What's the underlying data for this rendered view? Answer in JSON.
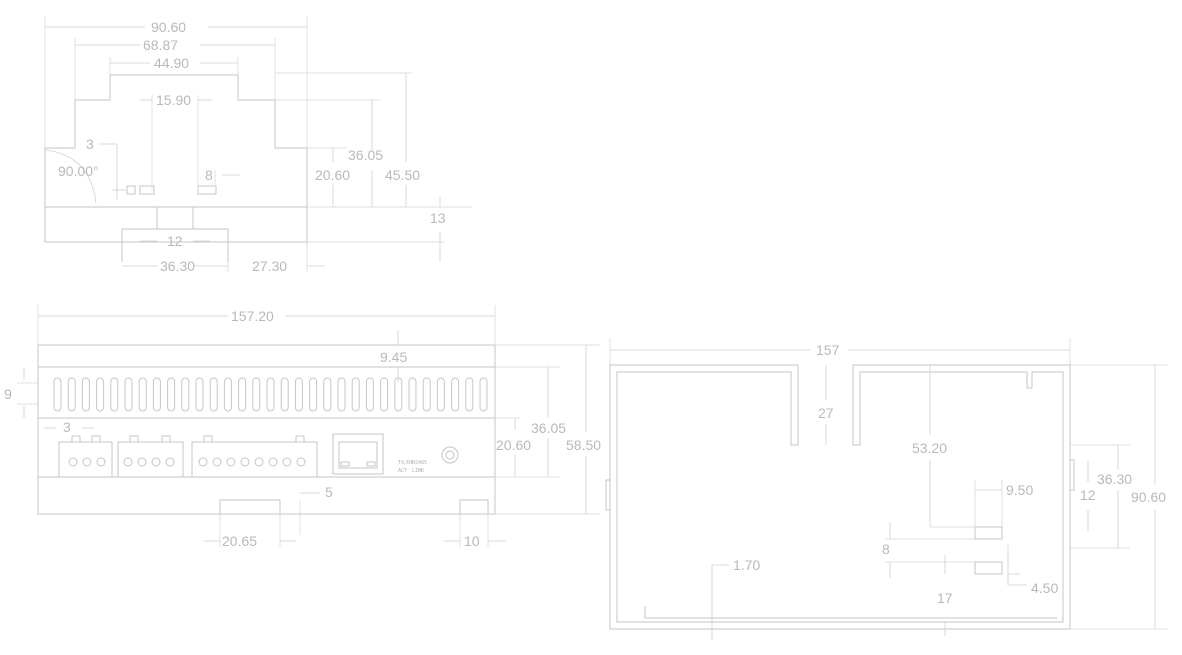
{
  "top_view": {
    "dims": [
      "90.60",
      "68.87",
      "44.90",
      "15.90",
      "3",
      "90.00°",
      "8",
      "36.05",
      "20.60",
      "45.50",
      "13",
      "12",
      "36.30",
      "27.30"
    ]
  },
  "front_view": {
    "dims": [
      "157.20",
      "9.45",
      "9",
      "3",
      "36.05",
      "20.60",
      "58.50",
      "5",
      "20.65",
      "10"
    ],
    "port_labels": [
      "TX/RX",
      "RS485",
      "ACT",
      "LINK"
    ]
  },
  "side_view": {
    "dims": [
      "157",
      "27",
      "53.20",
      "9.50",
      "36.30",
      "12",
      "90.60",
      "8",
      "1.70",
      "17",
      "4.50"
    ]
  }
}
